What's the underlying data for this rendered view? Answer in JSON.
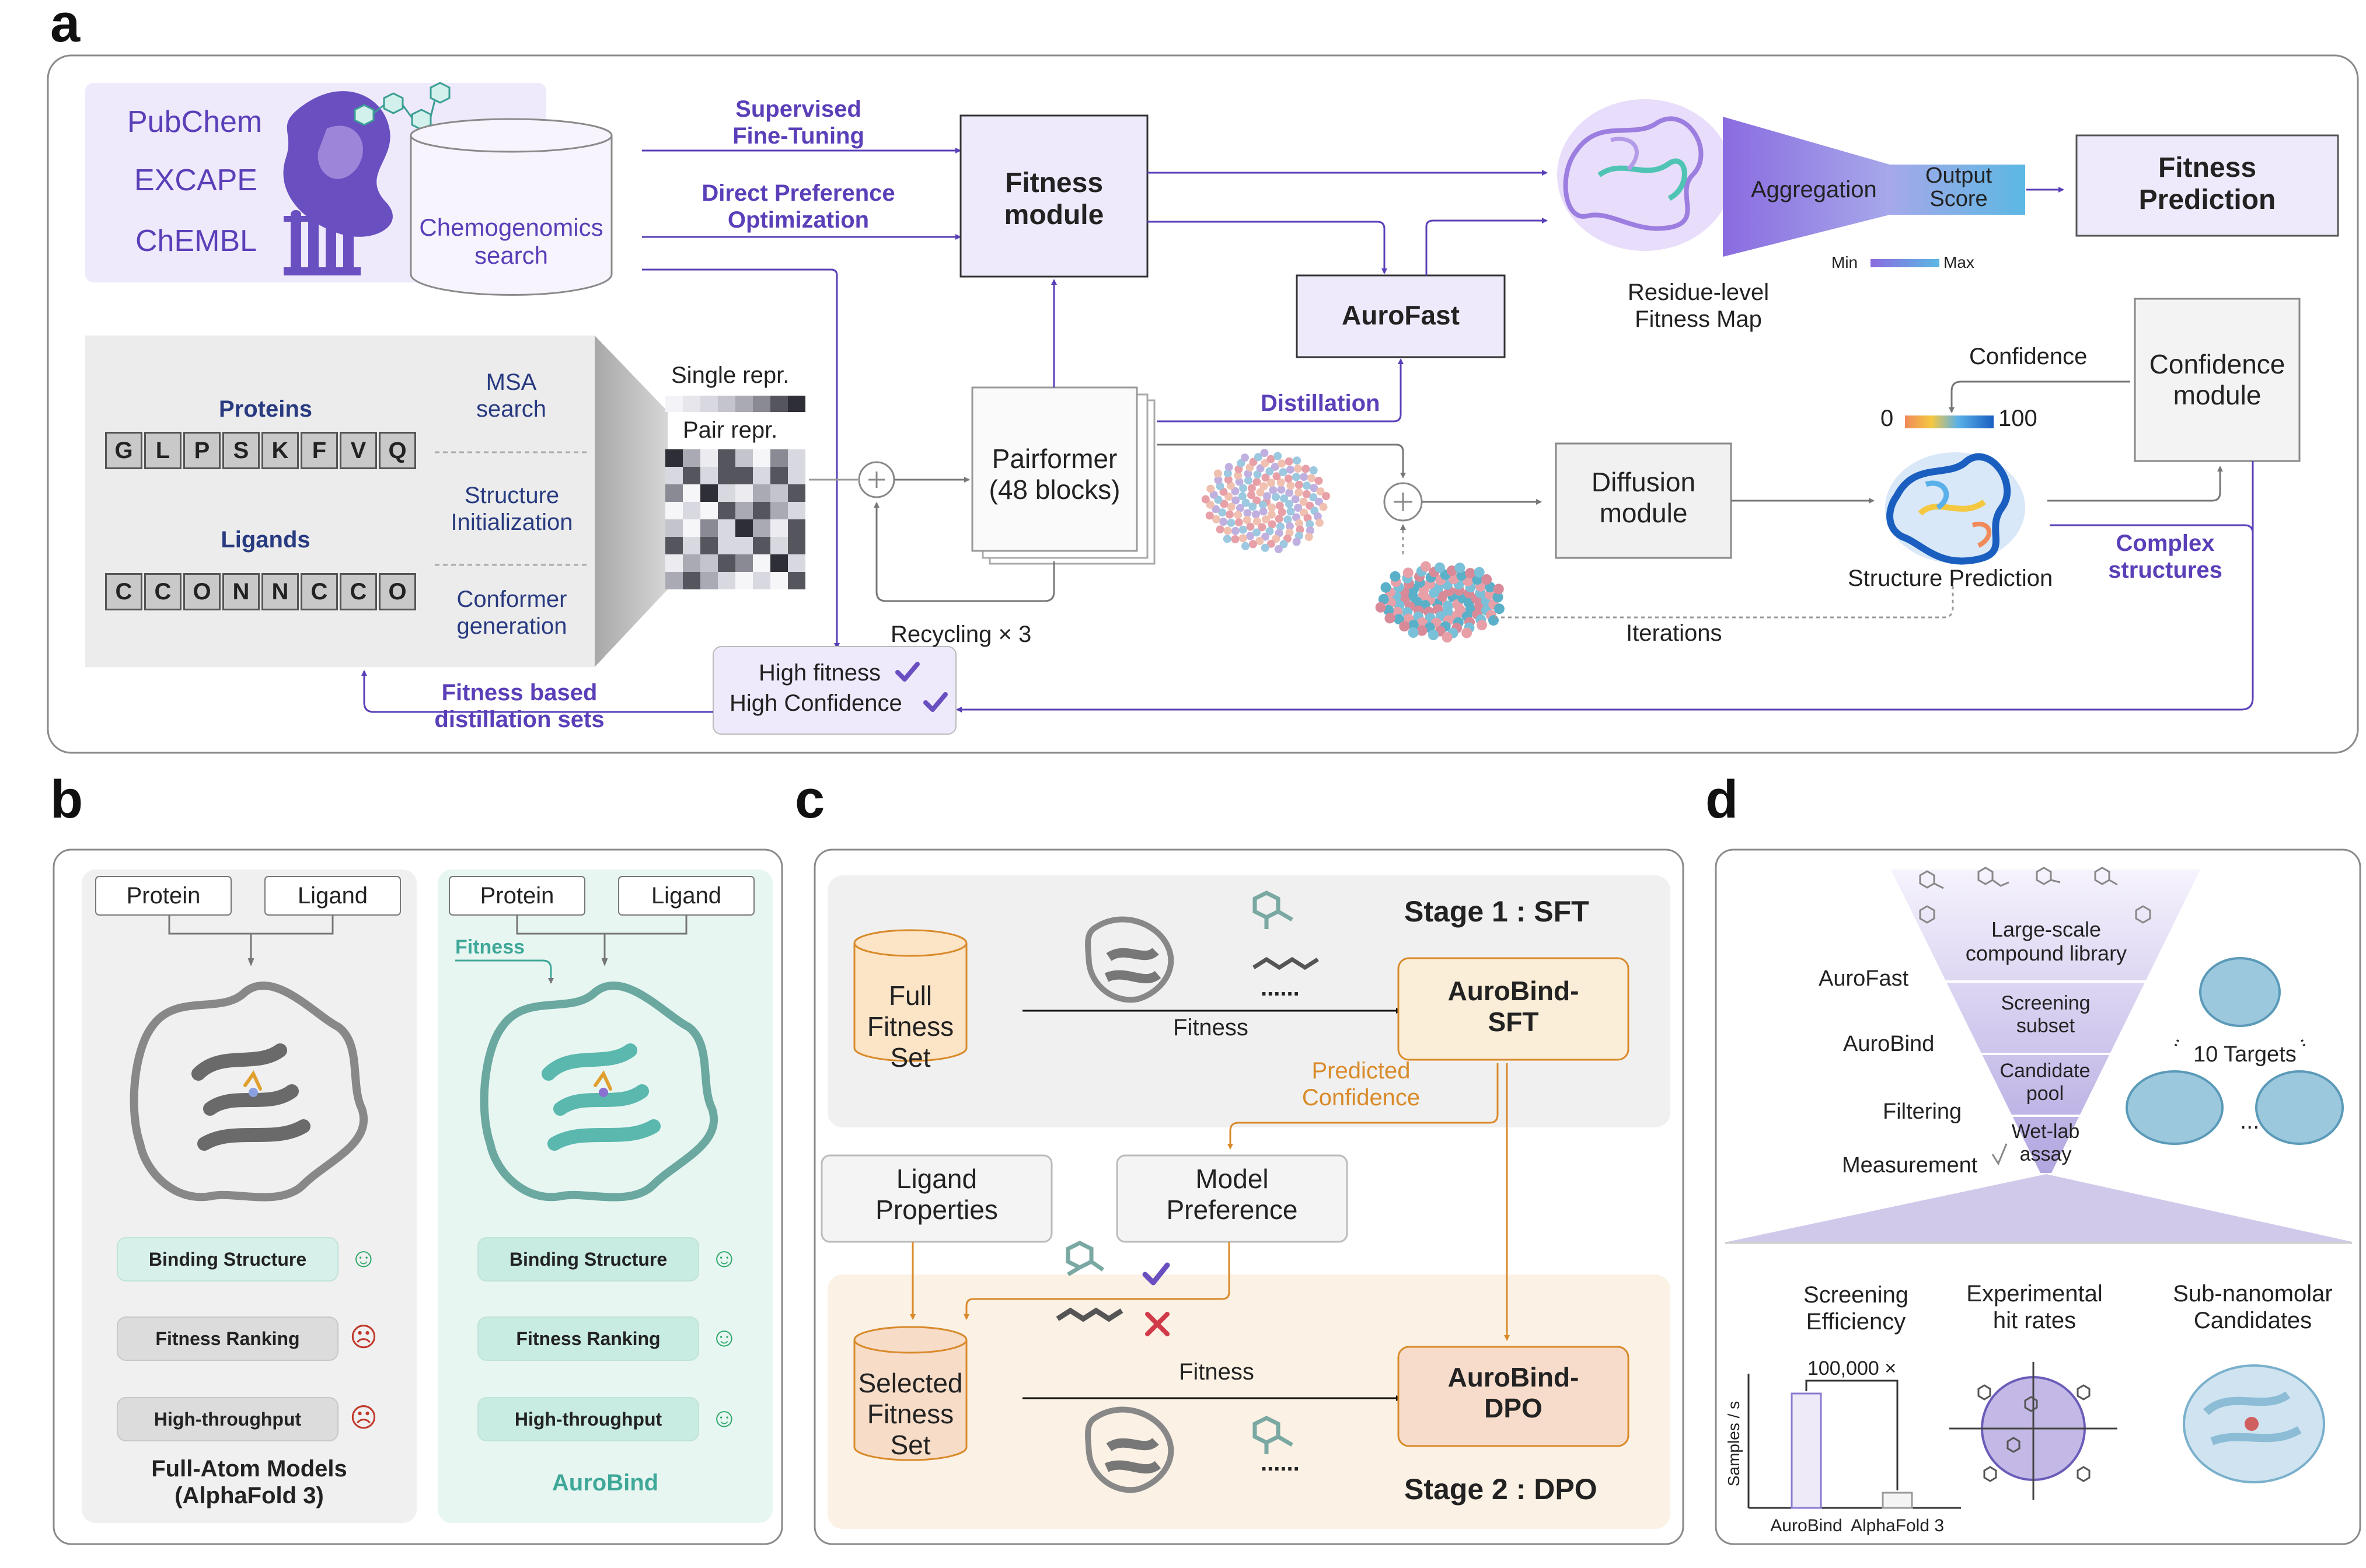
{
  "panel_labels": {
    "a": "a",
    "b": "b",
    "c": "c",
    "d": "d"
  },
  "a": {
    "databases": [
      "PubChem",
      "EXCAPE",
      "ChEMBL"
    ],
    "chemogenomics": "Chemogenomics\nsearch",
    "sft": "Supervised\nFine-Tuning",
    "dpo": "Direct Preference\nOptimization",
    "fitness_module": "Fitness\nmodule",
    "aurofast": "AuroFast",
    "distillation": "Distillation",
    "aggregation": "Aggregation",
    "output_score": "Output\nScore",
    "fitness_prediction": "Fitness\nPrediction",
    "residue_map": "Residue-level\nFitness Map",
    "scale_min": "Min",
    "scale_max": "Max",
    "proteins_title": "Proteins",
    "protein_seq": [
      "G",
      "L",
      "P",
      "S",
      "K",
      "F",
      "V",
      "Q"
    ],
    "ligands_title": "Ligands",
    "ligand_seq": [
      "C",
      "C",
      "O",
      "N",
      "N",
      "C",
      "C",
      "O"
    ],
    "msa": "MSA\nsearch",
    "structure_init": "Structure\nInitialization",
    "conformer": "Conformer\ngeneration",
    "single_repr": "Single repr.",
    "pair_repr": "Pair repr.",
    "pairformer": "Pairformer\n(48 blocks)",
    "recycling": "Recycling × 3",
    "diffusion": "Diffusion\nmodule",
    "confidence_label": "Confidence",
    "confidence_min": "0",
    "confidence_max": "100",
    "confidence_module": "Confidence\nmodule",
    "structure_prediction": "Structure Prediction",
    "complex_structures": "Complex\nstructures",
    "iterations": "Iterations",
    "high_fitness": "High fitness",
    "high_confidence": "High Confidence",
    "distill_sets": "Fitness based\ndistillation sets"
  },
  "b": {
    "left_inputs": [
      "Protein",
      "Ligand"
    ],
    "right_inputs": [
      "Protein",
      "Ligand"
    ],
    "fitness_tag": "Fitness",
    "criteria": [
      "Binding Structure",
      "Fitness Ranking",
      "High-throughput"
    ],
    "left_status": [
      "good",
      "bad",
      "bad"
    ],
    "right_status": [
      "good",
      "good",
      "good"
    ],
    "left_title": "Full-Atom Models\n(AlphaFold 3)",
    "right_title": "AuroBind"
  },
  "c": {
    "stage1": "Stage 1 : SFT",
    "stage2": "Stage 2 : DPO",
    "full_set": "Full\nFitness Set",
    "fitness_top": "Fitness",
    "dots": "......",
    "aurobind_sft": "AuroBind-\nSFT",
    "predicted_confidence": "Predicted\nConfidence",
    "ligand_properties": "Ligand\nProperties",
    "model_preference": "Model\nPreference",
    "selected_set": "Selected\nFitness Set",
    "fitness_bottom": "Fitness",
    "aurobind_dpo": "AuroBind-\nDPO"
  },
  "d": {
    "funnel_stages": [
      "Large-scale\ncompound library",
      "Screening\nsubset",
      "Candidate\npool",
      "Wet-lab\nassay"
    ],
    "funnel_methods": [
      "AuroFast",
      "AuroBind",
      "Filtering",
      "Measurement"
    ],
    "targets": "10 Targets",
    "ellipsis": "...",
    "screening_eff": "Screening\nEfficiency",
    "experimental": "Experimental\nhit rates",
    "subnanomolar": "Sub-nanomolar\nCandidates",
    "speedup": "100,000 ×",
    "ylabel": "Samples / s",
    "bar_labels": [
      "AuroBind",
      "AlphaFold 3"
    ]
  },
  "chart_data": {
    "type": "bar",
    "categories": [
      "AuroBind",
      "AlphaFold 3"
    ],
    "values": [
      100000,
      1
    ],
    "ylabel": "Samples / s",
    "annotation": "100,000 ×"
  },
  "colors": {
    "purple": "#5a3fb8",
    "lavender": "#efeafb",
    "teal": "#3fa898",
    "orange": "#d98a2a",
    "navy": "#283a80",
    "bad": "#c0392b"
  }
}
